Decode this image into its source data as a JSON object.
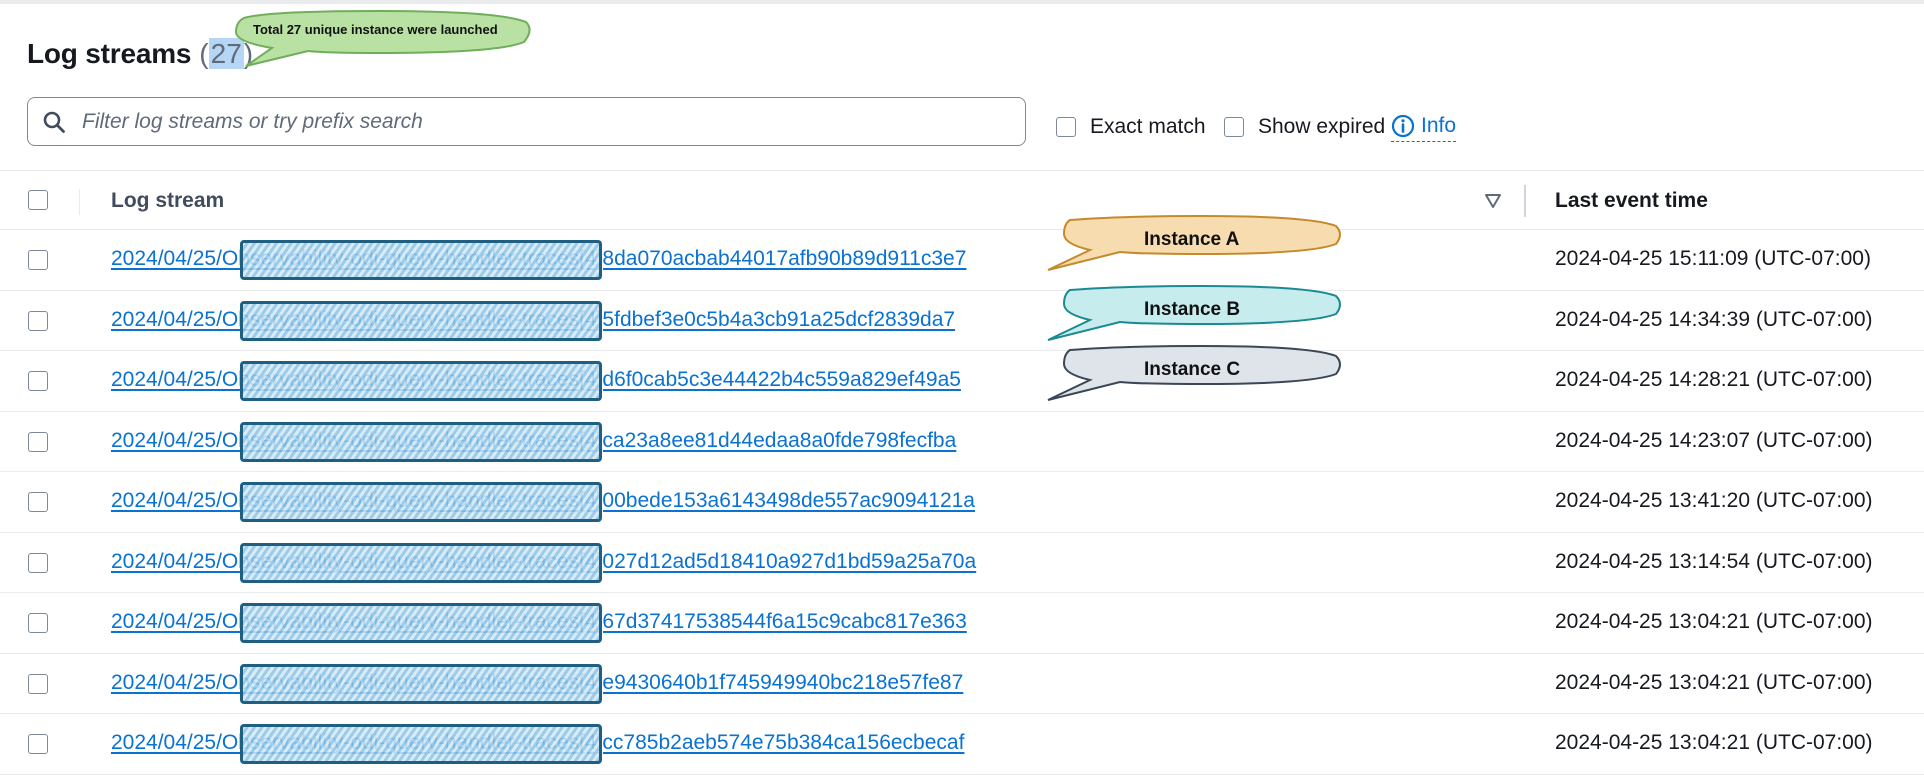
{
  "header": {
    "title": "Log streams",
    "count_open": "(",
    "count_value": "27",
    "count_close": ")"
  },
  "search": {
    "placeholder": "Filter log streams or try prefix search",
    "value": ""
  },
  "options": {
    "exact_match": "Exact match",
    "show_expired": "Show expired",
    "info": "Info"
  },
  "table": {
    "col_stream": "Log stream",
    "col_time": "Last event time",
    "rows": [
      {
        "stream": "2024/04/25/Observability-odi-query-handler-traces[4]8da070acbab44017afb90b89d911c3e7",
        "time": "2024-04-25 15:11:09 (UTC-07:00)"
      },
      {
        "stream": "2024/04/25/Observability-odi-query-handler-traces[4]5fdbef3e0c5b4a3cb91a25dcf2839da7",
        "time": "2024-04-25 14:34:39 (UTC-07:00)"
      },
      {
        "stream": "2024/04/25/Observability-odi-query-handler-traces[4]d6f0cab5c3e44422b4c559a829ef49a5",
        "time": "2024-04-25 14:28:21 (UTC-07:00)"
      },
      {
        "stream": "2024/04/25/Observability-odi-query-handler-traces[4]ca23a8ee81d44edaa8a0fde798fecfba",
        "time": "2024-04-25 14:23:07 (UTC-07:00)"
      },
      {
        "stream": "2024/04/25/Observability-odi-query-handler-traces[4]00bede153a6143498de557ac9094121a",
        "time": "2024-04-25 13:41:20 (UTC-07:00)"
      },
      {
        "stream": "2024/04/25/Observability-odi-query-handler-traces[4]027d12ad5d18410a927d1bd59a25a70a",
        "time": "2024-04-25 13:14:54 (UTC-07:00)"
      },
      {
        "stream": "2024/04/25/Observability-odi-query-handler-traces[4]67d37417538544f6a15c9cabc817e363",
        "time": "2024-04-25 13:04:21 (UTC-07:00)"
      },
      {
        "stream": "2024/04/25/Observability-odi-query-handler-traces[4]e9430640b1f745949940bc218e57fe87",
        "time": "2024-04-25 13:04:21 (UTC-07:00)"
      },
      {
        "stream": "2024/04/25/Observability-odi-query-handler-traces[4]cc785b2aeb574e75b384ca156ecbecaf",
        "time": "2024-04-25 13:04:21 (UTC-07:00)"
      }
    ]
  },
  "annotations": {
    "total": "Total 27 unique instance were launched",
    "instance_a": "Instance A",
    "instance_b": "Instance B",
    "instance_c": "Instance C"
  },
  "colors": {
    "link": "#0972d3",
    "bubble_total": "#b9e1a4",
    "bubble_a": "#f6dcae",
    "bubble_b": "#c7ecee",
    "bubble_c": "#dfe4ea",
    "redaction": "#8cc3e6"
  },
  "icons": {
    "search": "search-icon",
    "info": "info-icon",
    "sort": "sort-descending-icon"
  }
}
